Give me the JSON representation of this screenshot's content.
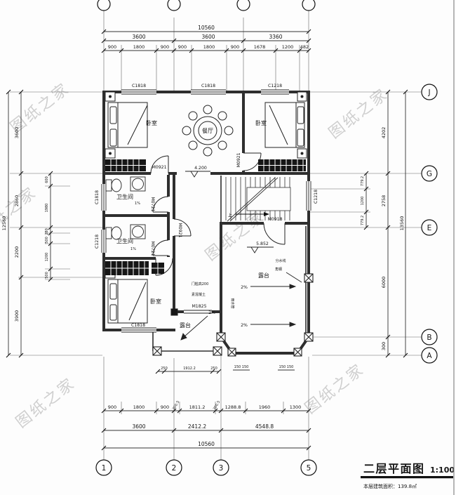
{
  "drawing": {
    "watermark": "图纸之家",
    "title": "二层平面图",
    "scale": "1:100",
    "area_note": "本层建筑面积：139.8㎡"
  },
  "grid_bubbles": {
    "cols": [
      "1",
      "2",
      "3",
      "5"
    ],
    "rows": [
      "J",
      "G",
      "E",
      "B",
      "A"
    ]
  },
  "dimensions": {
    "top": {
      "total": "10560",
      "spans": [
        "3600",
        "3600",
        "3360"
      ],
      "details": [
        "900",
        "1800",
        "900",
        "900",
        "1800",
        "900",
        "1678",
        "1200",
        "482"
      ]
    },
    "bottom": {
      "details": [
        "900",
        "1800",
        "900",
        "300.5",
        "1811.2",
        "300.5",
        "1288.8",
        "1960",
        "1300"
      ],
      "spans": [
        "3600",
        "2412.2",
        "4548.8"
      ],
      "total": "10560",
      "small": [
        "250",
        "1912.2",
        "250",
        "150 150",
        "150 150"
      ]
    },
    "left": {
      "total": "12560",
      "spans": [
        "3600",
        "2860",
        "2200",
        "3900"
      ],
      "details": [
        "600",
        "1980",
        "280",
        "500",
        "1200",
        "500"
      ]
    },
    "right": {
      "total": "13560",
      "spans": [
        "4202",
        "2758",
        "6000",
        "300"
      ],
      "details": [
        "779.2",
        "1200",
        "779.2"
      ]
    }
  },
  "openings": {
    "windows": {
      "c1818": "C1818",
      "c1218": "C1218"
    },
    "doors": {
      "m0921": "M0921",
      "m0721": "M0721",
      "m0918": "M0918",
      "m1825": "M1825"
    }
  },
  "rooms": {
    "bedroom": "卧室",
    "dining": "餐厅",
    "bathroom": "卫生间",
    "terrace": "露台"
  },
  "levels": {
    "hall": "4.200",
    "terrace": "5.852"
  },
  "annotations": {
    "slope1": "1%",
    "slope2": "2%",
    "up": "上",
    "threshold": "门槛高200",
    "concrete": "素混凝土",
    "waterline": "分水线",
    "angle_steel": "角钢",
    "rainpipe": "雨水管"
  }
}
